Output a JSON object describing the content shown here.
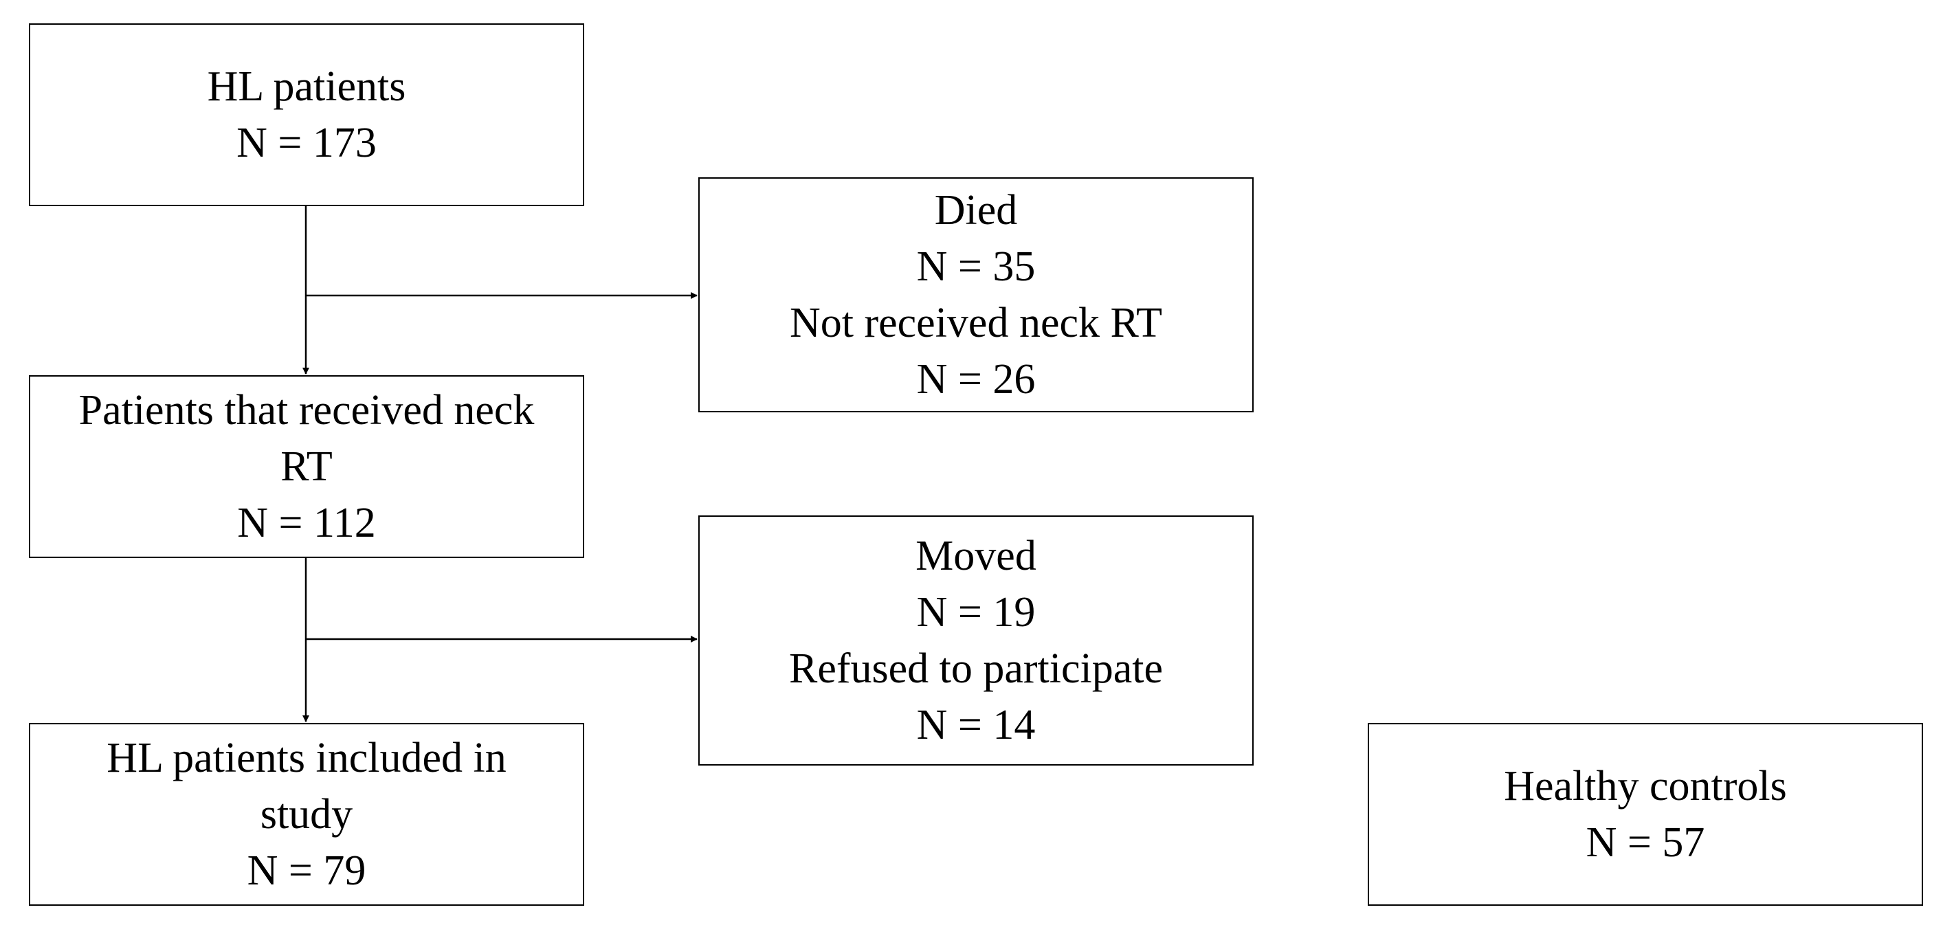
{
  "boxes": {
    "hl_patients": {
      "lines": [
        "HL patients",
        "N = 173"
      ]
    },
    "excluded_1": {
      "lines": [
        "Died",
        "N = 35",
        "Not received neck RT",
        "N = 26"
      ]
    },
    "neck_rt": {
      "lines": [
        "Patients that received neck",
        "RT",
        "N = 112"
      ]
    },
    "excluded_2": {
      "lines": [
        "Moved",
        "N = 19",
        "Refused to participate",
        "N = 14"
      ]
    },
    "included": {
      "lines": [
        "HL patients included in",
        "study",
        "N = 79"
      ]
    },
    "healthy_controls": {
      "lines": [
        "Healthy controls",
        "N = 57"
      ]
    }
  }
}
